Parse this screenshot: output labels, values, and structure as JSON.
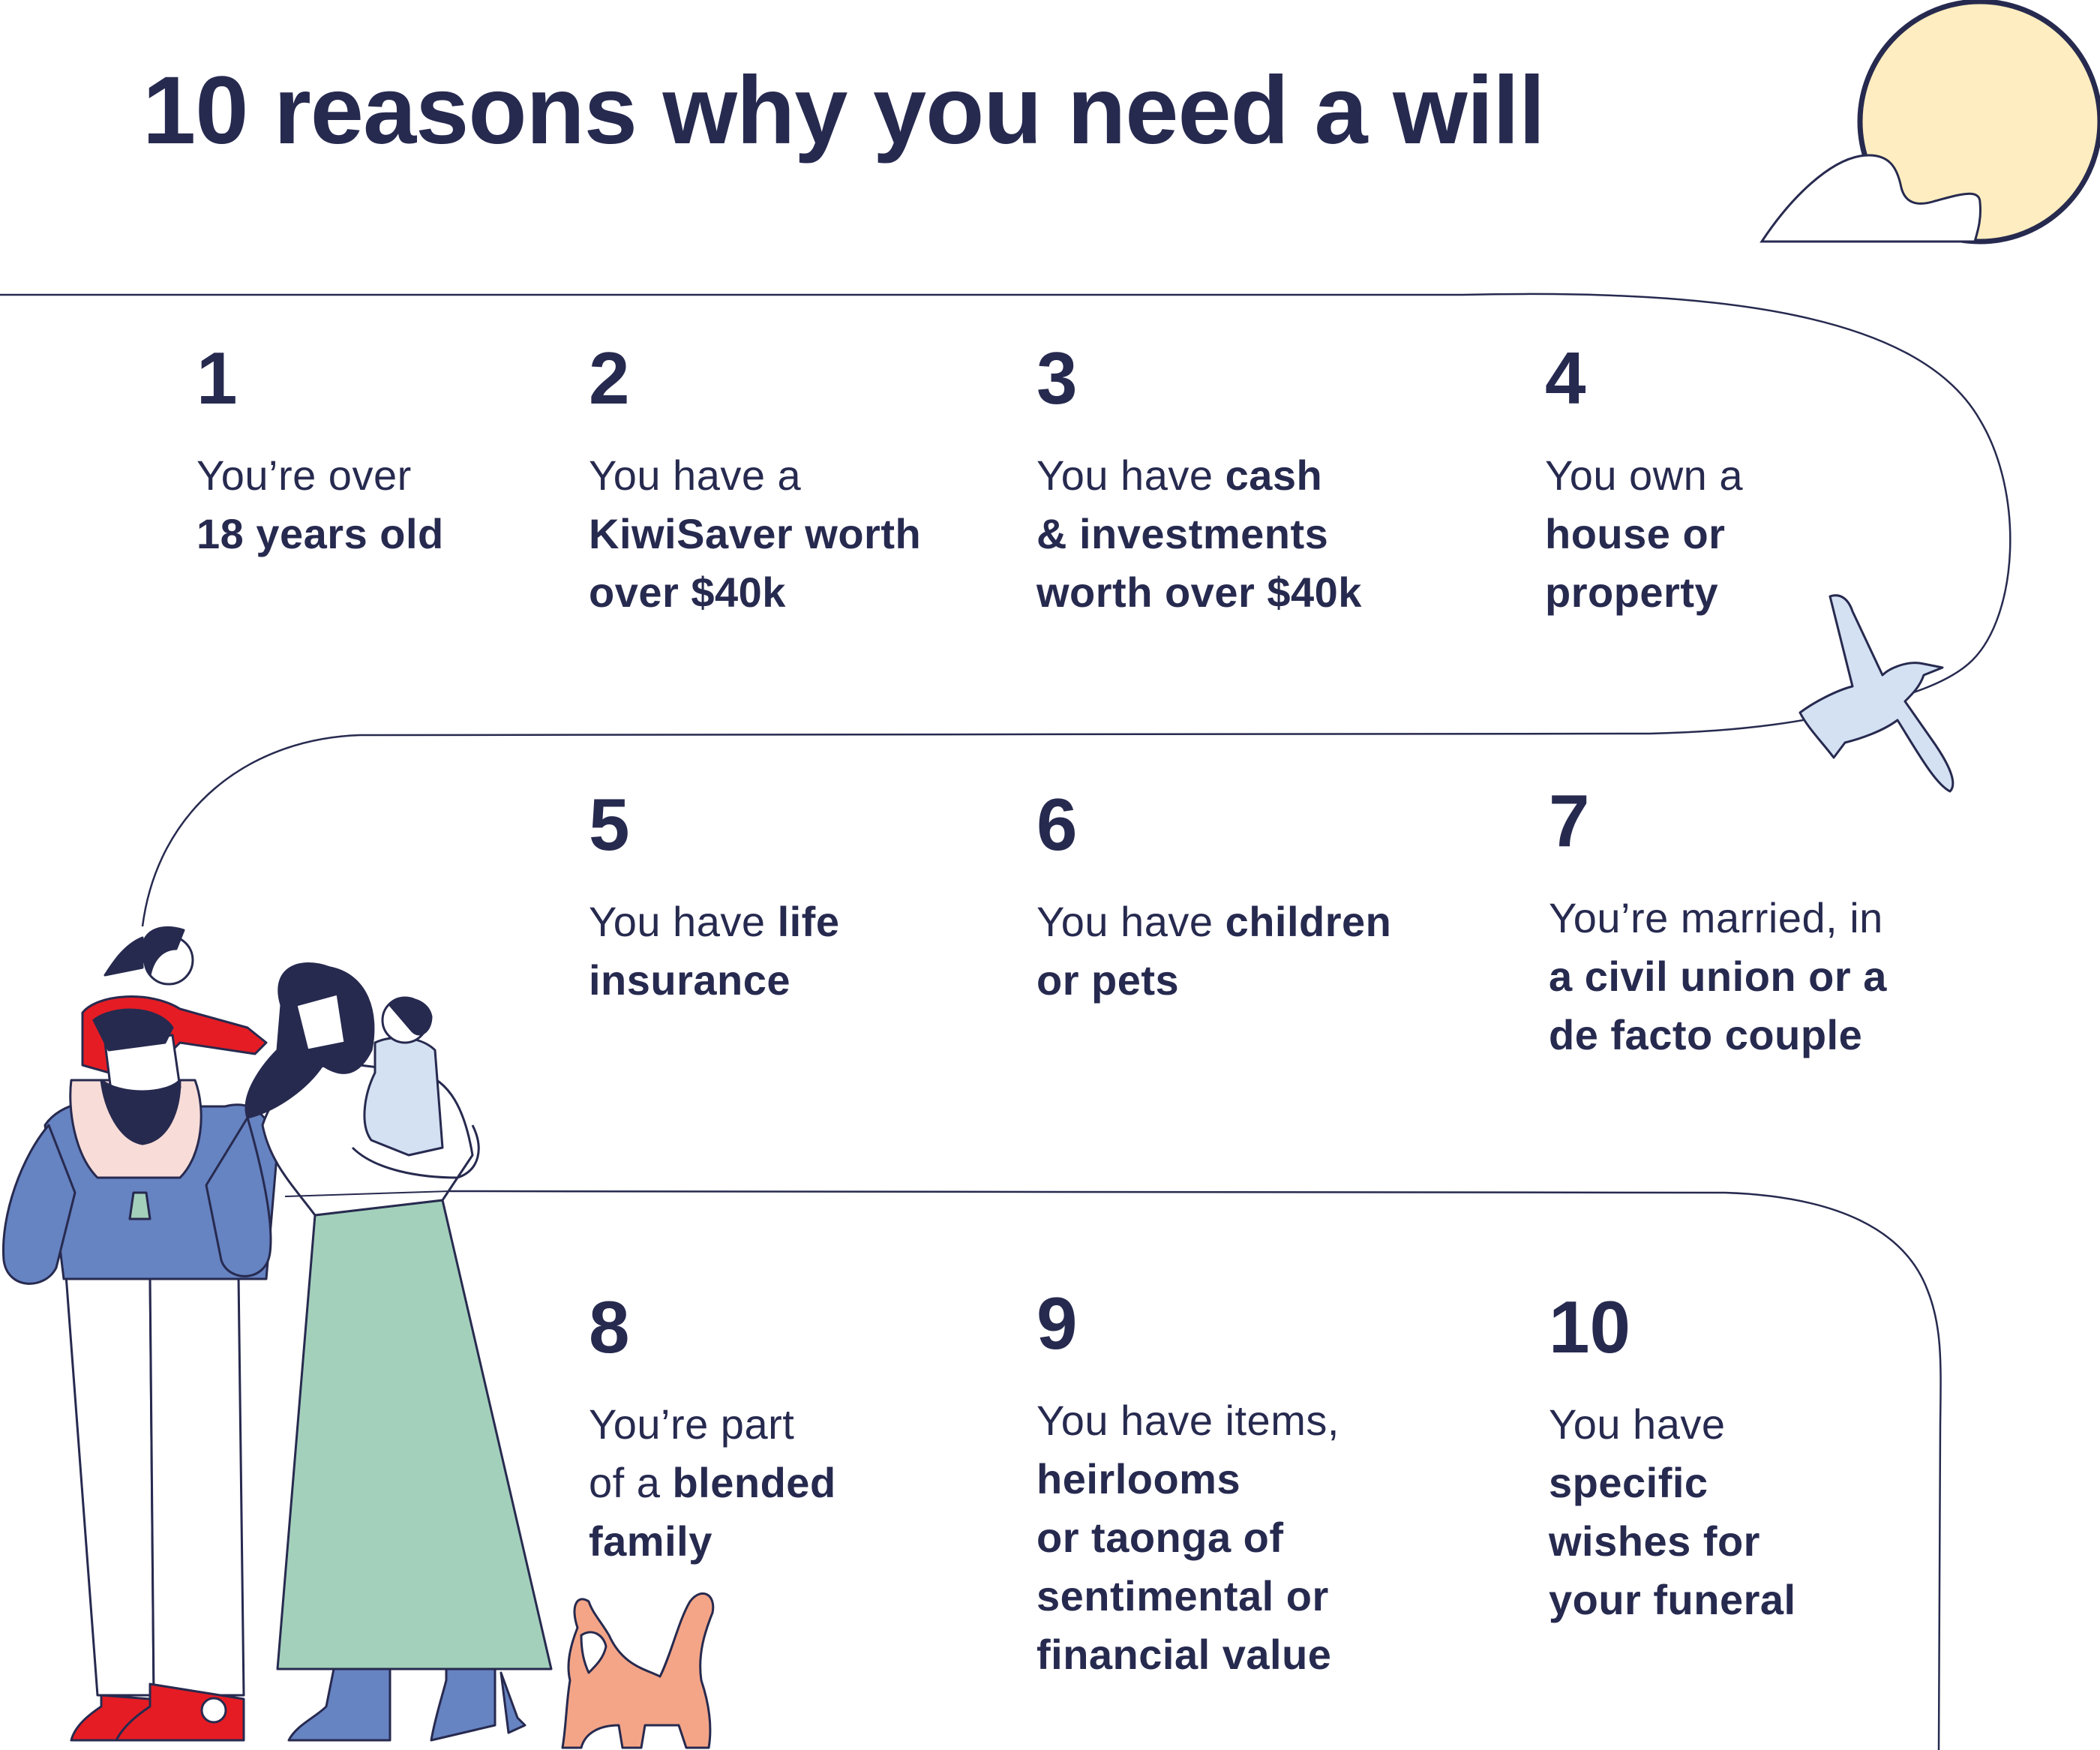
{
  "title": "10 reasons why you need a will",
  "colors": {
    "ink": "#272a4f",
    "sun": "#fdedc0",
    "bird": "#d3e1f3",
    "shirt_blue": "#6683c2",
    "skirt_green": "#a3d0bb",
    "girl_red": "#e61c24",
    "pink": "#f8dcd8",
    "cat_orange": "#f4a587"
  },
  "reasons": [
    {
      "number": "1",
      "lines": [
        {
          "parts": [
            {
              "t": "You’re over",
              "b": false
            }
          ]
        },
        {
          "parts": [
            {
              "t": "18 years old",
              "b": true
            }
          ]
        }
      ]
    },
    {
      "number": "2",
      "lines": [
        {
          "parts": [
            {
              "t": "You have a",
              "b": false
            }
          ]
        },
        {
          "parts": [
            {
              "t": "KiwiSaver worth",
              "b": true
            }
          ]
        },
        {
          "parts": [
            {
              "t": "over $40k",
              "b": true
            }
          ]
        }
      ]
    },
    {
      "number": "3",
      "lines": [
        {
          "parts": [
            {
              "t": "You have ",
              "b": false
            },
            {
              "t": "cash",
              "b": true
            }
          ]
        },
        {
          "parts": [
            {
              "t": "& investments",
              "b": true
            }
          ]
        },
        {
          "parts": [
            {
              "t": "worth over $40k",
              "b": true
            }
          ]
        }
      ]
    },
    {
      "number": "4",
      "lines": [
        {
          "parts": [
            {
              "t": "You own a",
              "b": false
            }
          ]
        },
        {
          "parts": [
            {
              "t": "house or",
              "b": true
            }
          ]
        },
        {
          "parts": [
            {
              "t": "property",
              "b": true
            }
          ]
        }
      ]
    },
    {
      "number": "5",
      "lines": [
        {
          "parts": [
            {
              "t": "You have ",
              "b": false
            },
            {
              "t": "life",
              "b": true
            }
          ]
        },
        {
          "parts": [
            {
              "t": "insurance",
              "b": true
            }
          ]
        }
      ]
    },
    {
      "number": "6",
      "lines": [
        {
          "parts": [
            {
              "t": "You have ",
              "b": false
            },
            {
              "t": "children",
              "b": true
            }
          ]
        },
        {
          "parts": [
            {
              "t": "or pets",
              "b": true
            }
          ]
        }
      ]
    },
    {
      "number": "7",
      "lines": [
        {
          "parts": [
            {
              "t": "You’re married, in",
              "b": false
            }
          ]
        },
        {
          "parts": [
            {
              "t": "a civil union or a",
              "b": true
            }
          ]
        },
        {
          "parts": [
            {
              "t": "de facto couple",
              "b": true
            }
          ]
        }
      ]
    },
    {
      "number": "8",
      "lines": [
        {
          "parts": [
            {
              "t": "You’re part",
              "b": false
            }
          ]
        },
        {
          "parts": [
            {
              "t": "of a ",
              "b": false
            },
            {
              "t": "blended",
              "b": true
            }
          ]
        },
        {
          "parts": [
            {
              "t": "family",
              "b": true
            }
          ]
        }
      ]
    },
    {
      "number": "9",
      "lines": [
        {
          "parts": [
            {
              "t": "You have items,",
              "b": false
            }
          ]
        },
        {
          "parts": [
            {
              "t": "heirlooms",
              "b": true
            }
          ]
        },
        {
          "parts": [
            {
              "t": "or taonga of",
              "b": true
            }
          ]
        },
        {
          "parts": [
            {
              "t": "sentimental or",
              "b": true
            }
          ]
        },
        {
          "parts": [
            {
              "t": "financial value",
              "b": true
            }
          ]
        }
      ]
    },
    {
      "number": "10",
      "lines": [
        {
          "parts": [
            {
              "t": "You have",
              "b": false
            }
          ]
        },
        {
          "parts": [
            {
              "t": "specific",
              "b": true
            }
          ]
        },
        {
          "parts": [
            {
              "t": "wishes for",
              "b": true
            }
          ]
        },
        {
          "parts": [
            {
              "t": "your funeral",
              "b": true
            }
          ]
        }
      ]
    }
  ],
  "illustrations": [
    "sun-icon",
    "cloud-icon",
    "bird-icon",
    "family-illustration",
    "cat-icon"
  ]
}
